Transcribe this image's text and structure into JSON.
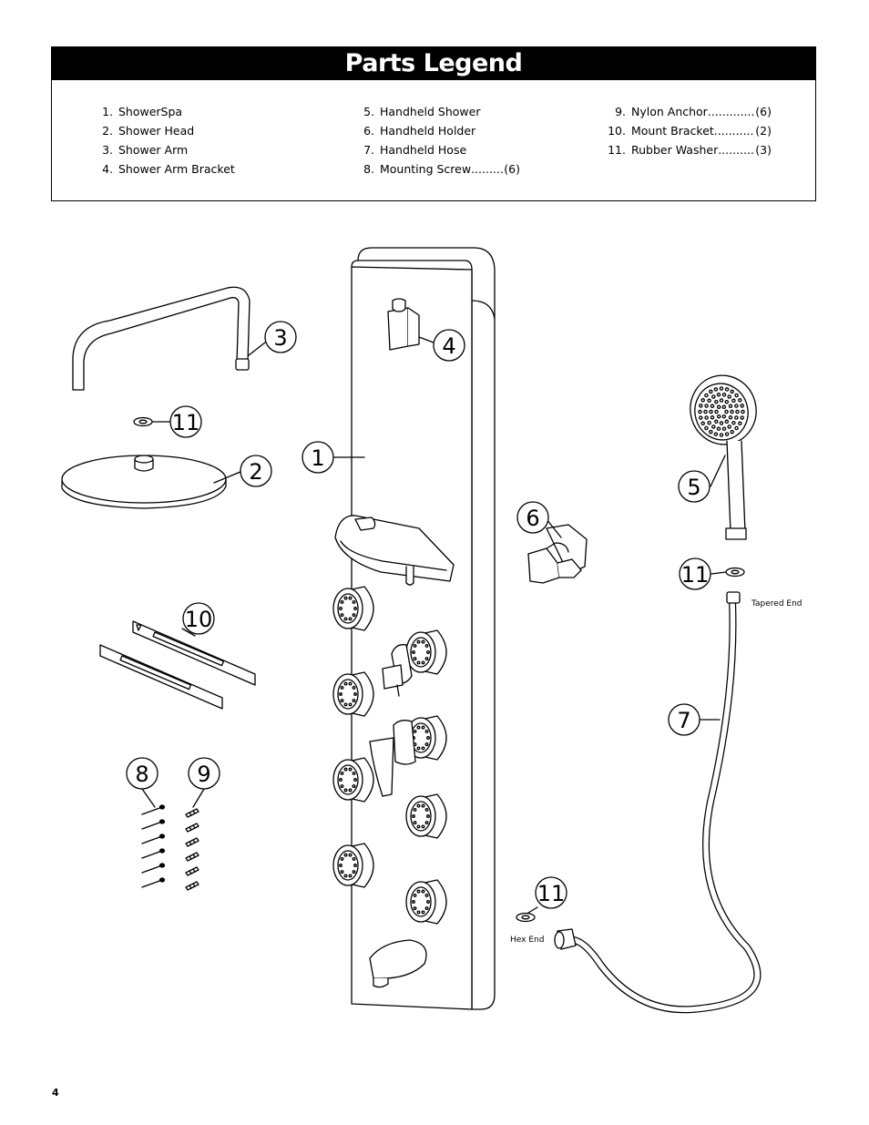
{
  "legend": {
    "title": "Parts Legend",
    "columns": [
      [
        {
          "num": "1.",
          "label": "ShowerSpa",
          "qty": ""
        },
        {
          "num": "2.",
          "label": "Shower Head",
          "qty": ""
        },
        {
          "num": "3.",
          "label": "Shower Arm",
          "qty": ""
        },
        {
          "num": "4.",
          "label": "Shower Arm Bracket",
          "qty": ""
        }
      ],
      [
        {
          "num": "5.",
          "label": "Handheld Shower",
          "qty": ""
        },
        {
          "num": "6.",
          "label": "Handheld Holder",
          "qty": ""
        },
        {
          "num": "7.",
          "label": "Handheld Hose",
          "qty": ""
        },
        {
          "num": "8.",
          "label": "Mounting Screw",
          "qty": "(6)"
        }
      ],
      [
        {
          "num": "9.",
          "label": "Nylon Anchor",
          "qty": "(6)"
        },
        {
          "num": "10.",
          "label": "Mount Bracket",
          "qty": "(2)"
        },
        {
          "num": "11.",
          "label": "Rubber Washer",
          "qty": "(3)"
        }
      ]
    ]
  },
  "callouts": {
    "c1": "1",
    "c2": "2",
    "c3": "3",
    "c4": "4",
    "c5": "5",
    "c6": "6",
    "c7": "7",
    "c8": "8",
    "c9": "9",
    "c10": "10",
    "c11a": "11",
    "c11b": "11",
    "c11c": "11"
  },
  "notes": {
    "tapered_end": "Tapered End",
    "hex_end": "Hex End"
  },
  "page_number": "4"
}
